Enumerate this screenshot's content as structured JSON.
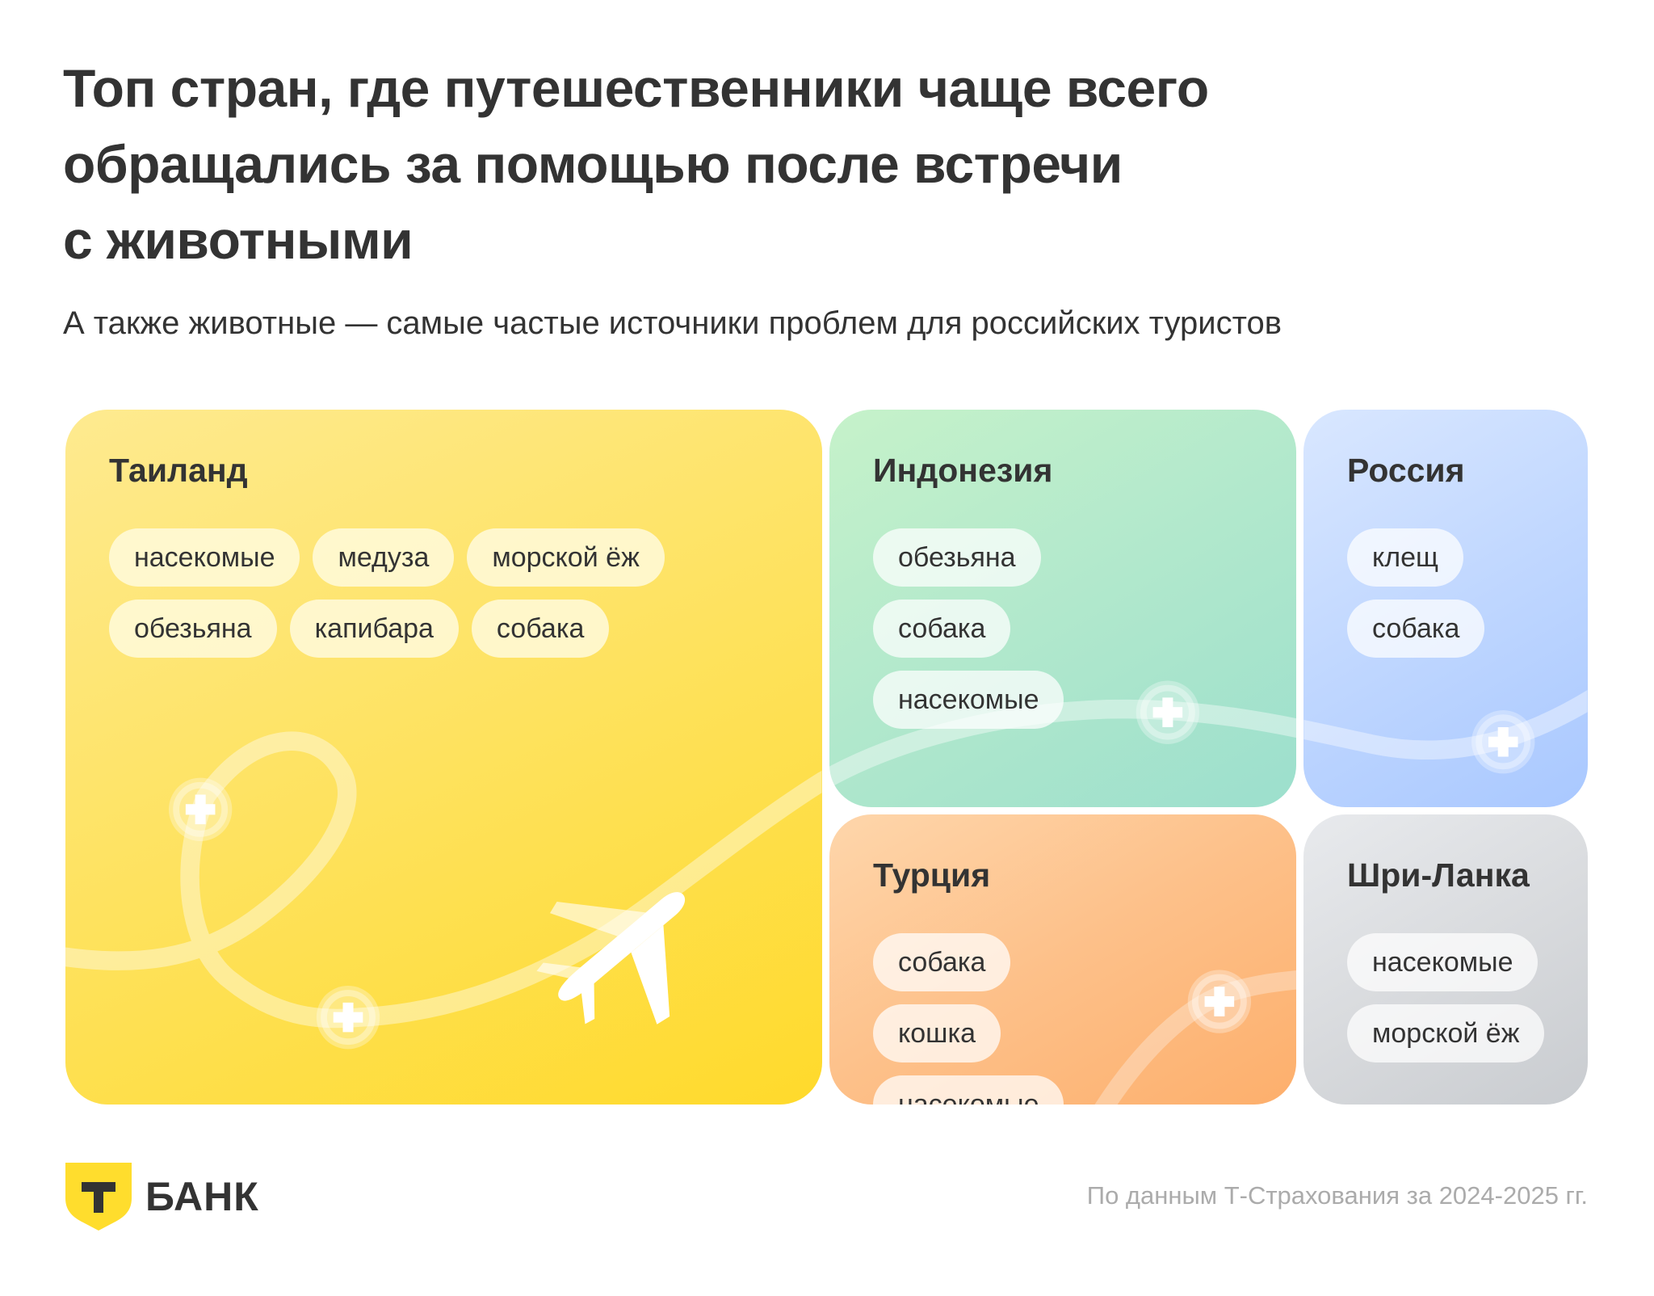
{
  "title_lines": [
    "Топ стран, где путешественники чаще всего",
    "обращались за помощью после встречи",
    "с животными"
  ],
  "subtitle": "А также животные — самые частые источники проблем для российских туристов",
  "countries": [
    {
      "name": "Таиланд",
      "animals": [
        "насекомые",
        "медуза",
        "морской ёж",
        "обезьяна",
        "капибара",
        "собака"
      ]
    },
    {
      "name": "Индонезия",
      "animals": [
        "обезьяна",
        "собака",
        "насекомые"
      ]
    },
    {
      "name": "Россия",
      "animals": [
        "клещ",
        "собака"
      ]
    },
    {
      "name": "Турция",
      "animals": [
        "собака",
        "кошка",
        "насекомые"
      ]
    },
    {
      "name": "Шри-Ланка",
      "animals": [
        "насекомые",
        "морской ёж"
      ]
    }
  ],
  "footer": {
    "logo_letter": "Т",
    "brand": "БАНК",
    "source": "По данным Т-Страхования за 2024-2025 гг."
  },
  "colors": {
    "text": "#333333",
    "logo": "#ffdd2d",
    "source": "#ababab"
  }
}
